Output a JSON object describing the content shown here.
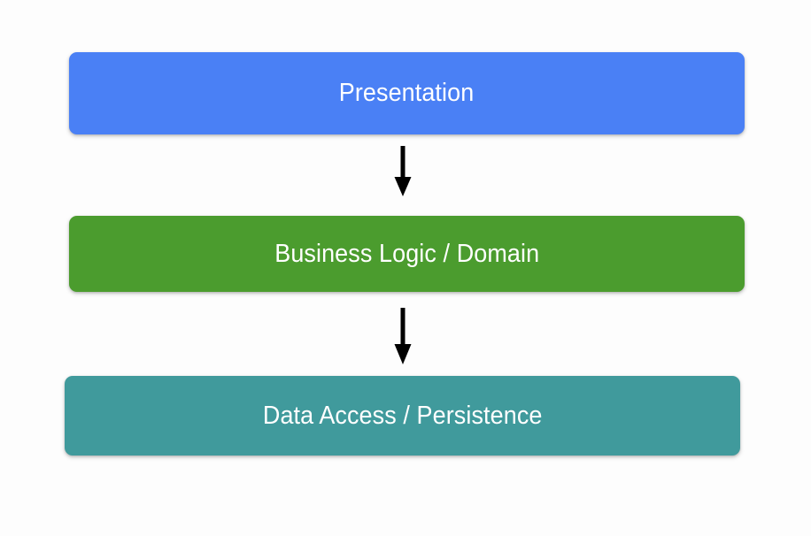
{
  "diagram": {
    "type": "layered-architecture-flow",
    "background_color": "#fdfdfd",
    "orientation": "vertical-top-down",
    "layers": [
      {
        "id": "presentation",
        "label": "Presentation",
        "fill_color": "#4a80f5",
        "text_color": "#ffffff",
        "order": 1
      },
      {
        "id": "business-logic",
        "label": "Business Logic / Domain",
        "fill_color": "#4b9c2e",
        "text_color": "#ffffff",
        "order": 2
      },
      {
        "id": "data-access",
        "label": "Data Access / Persistence",
        "fill_color": "#409a9c",
        "text_color": "#ffffff",
        "order": 3
      }
    ],
    "connectors": [
      {
        "id": "presentation-to-business-logic",
        "from": "presentation",
        "to": "business-logic",
        "style": "solid-arrow",
        "color": "#000000"
      },
      {
        "id": "business-logic-to-data-access",
        "from": "business-logic",
        "to": "data-access",
        "style": "solid-arrow",
        "color": "#000000"
      }
    ]
  }
}
